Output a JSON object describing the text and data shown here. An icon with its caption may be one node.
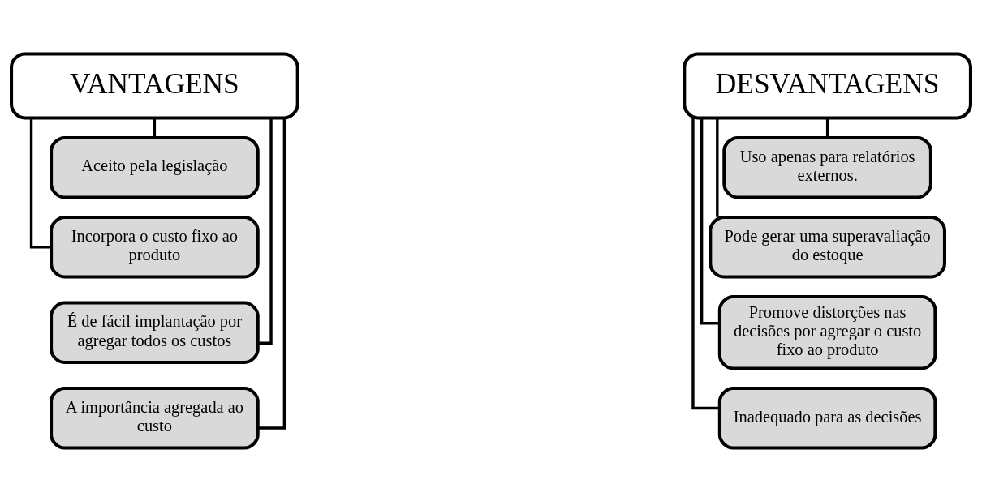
{
  "diagram": {
    "nodes": [
      {
        "text": [
          "VANTAGENS"
        ]
      },
      {
        "text": [
          "Aceito pela legislação"
        ]
      },
      {
        "text": [
          "Incorpora o custo fixo ao produto"
        ]
      },
      {
        "text": [
          "É de fácil implantação por agregar todos os custos"
        ]
      },
      {
        "text": [
          "A importância agregada ao custo"
        ]
      },
      {
        "text": [
          "DESVANTAGENS"
        ]
      },
      {
        "text": [
          "Uso apenas para relatórios externos."
        ]
      },
      {
        "text": [
          "Pode gerar uma superavaliação do estoque"
        ]
      },
      {
        "text": [
          "Promove distorções nas decisões por agregar o custo fixo ao produto"
        ]
      },
      {
        "text": [
          "Inadequado para as decisões"
        ]
      }
    ],
    "edges": [
      {
        "from": 0,
        "to": 1,
        "arrow": "none"
      },
      {
        "from": 0,
        "to": 2,
        "arrow": "none"
      },
      {
        "from": 0,
        "to": 3,
        "arrow": "none"
      },
      {
        "from": 0,
        "to": 4,
        "arrow": "none"
      },
      {
        "from": 5,
        "to": 6,
        "arrow": "none"
      },
      {
        "from": 5,
        "to": 7,
        "arrow": "none"
      },
      {
        "from": 5,
        "to": 8,
        "arrow": "none"
      },
      {
        "from": 5,
        "to": 9,
        "arrow": "none"
      }
    ]
  }
}
